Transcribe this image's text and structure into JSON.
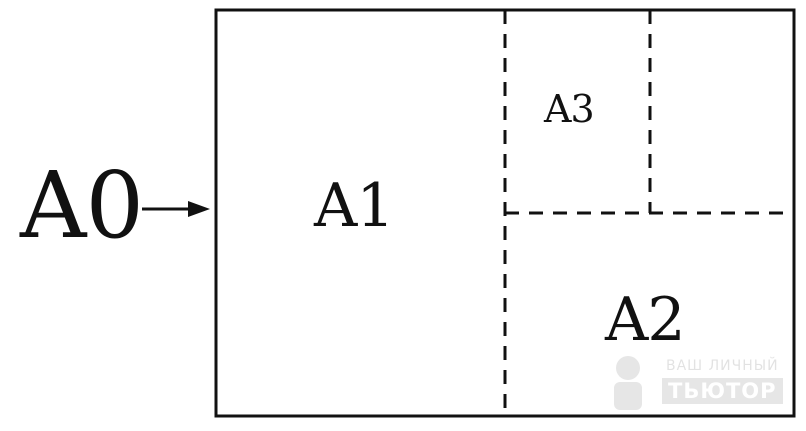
{
  "labels": {
    "a0": "A0",
    "a1": "A1",
    "a2": "A2",
    "a3": "A3"
  },
  "watermark": {
    "line1": "ВАШ ЛИЧНЫЙ",
    "line2": "ТЬЮТОР"
  },
  "colors": {
    "ink": "#111111",
    "watermark": "#777777"
  }
}
